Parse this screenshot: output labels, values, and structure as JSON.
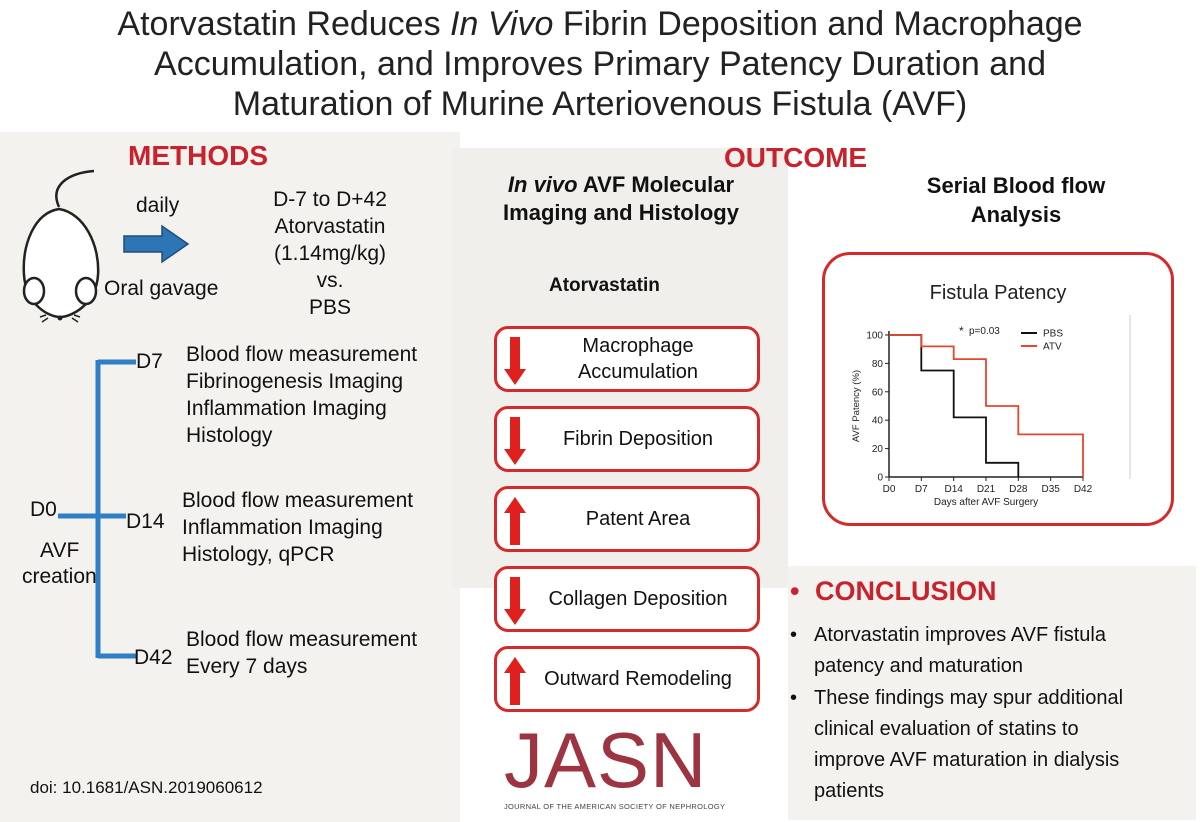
{
  "title": {
    "line1_pre": "Atorvastatin Reduces ",
    "line1_em": "In Vivo",
    "line1_post": " Fibrin Deposition and Macrophage",
    "line2": "Accumulation, and Improves Primary Patency Duration and",
    "line3": "Maturation of Murine Arteriovenous Fistula (AVF)"
  },
  "methods": {
    "heading": "METHODS",
    "daily": "daily",
    "oral": "Oral gavage",
    "dose": [
      "D-7 to D+42",
      "Atorvastatin",
      "(1.14mg/kg)",
      "vs.",
      "PBS"
    ],
    "start": {
      "day": "D0",
      "label1": "AVF",
      "label2": "creation"
    },
    "timepoints": [
      {
        "day": "D7",
        "lines": [
          "Blood flow measurement",
          "Fibrinogenesis Imaging",
          "Inflammation Imaging",
          "Histology"
        ]
      },
      {
        "day": "D14",
        "lines": [
          "Blood flow measurement",
          "Inflammation Imaging",
          "Histology, qPCR"
        ]
      },
      {
        "day": "D42",
        "lines": [
          "Blood flow measurement",
          "Every 7 days"
        ]
      }
    ],
    "doi": "doi: 10.1681/ASN.2019060612"
  },
  "outcome": {
    "heading": "OUTCOME",
    "imaging_heading_em": "In vivo",
    "imaging_heading_rest": " AVF Molecular",
    "imaging_heading_line2": "Imaging and Histology",
    "drug": "Atorvastatin",
    "effects": [
      {
        "label": "Macrophage Accumulation",
        "direction": "down"
      },
      {
        "label": "Fibrin Deposition",
        "direction": "down"
      },
      {
        "label": "Patent Area",
        "direction": "up"
      },
      {
        "label": "Collagen Deposition",
        "direction": "down"
      },
      {
        "label": "Outward Remodeling",
        "direction": "up"
      }
    ],
    "bloodflow_heading1": "Serial Blood flow",
    "bloodflow_heading2": "Analysis"
  },
  "chart_data": {
    "type": "line",
    "title": "Fistula Patency",
    "xlabel": "Days after AVF Surgery",
    "ylabel": "AVF Patency (%)",
    "x_ticks": [
      "D0",
      "D7",
      "D14",
      "D21",
      "D28",
      "D35",
      "D42"
    ],
    "y_ticks": [
      "0",
      "20",
      "40",
      "60",
      "80",
      "100"
    ],
    "xlim": [
      0,
      42
    ],
    "ylim": [
      0,
      100
    ],
    "annotation": "p=0.03",
    "annotation_marker": "*",
    "step": true,
    "series": [
      {
        "name": "PBS",
        "color": "#111111",
        "points": [
          [
            0,
            100
          ],
          [
            7,
            100
          ],
          [
            7,
            75
          ],
          [
            14,
            75
          ],
          [
            14,
            42
          ],
          [
            21,
            42
          ],
          [
            21,
            10
          ],
          [
            28,
            10
          ],
          [
            28,
            0
          ]
        ]
      },
      {
        "name": "ATV",
        "color": "#e8452c",
        "points": [
          [
            0,
            100
          ],
          [
            7,
            100
          ],
          [
            7,
            92
          ],
          [
            14,
            92
          ],
          [
            14,
            83
          ],
          [
            21,
            83
          ],
          [
            21,
            50
          ],
          [
            28,
            50
          ],
          [
            28,
            30
          ],
          [
            35,
            30
          ],
          [
            42,
            30
          ],
          [
            42,
            0
          ]
        ]
      }
    ],
    "legend": "top-right"
  },
  "conclusion": {
    "heading": "CONCLUSION",
    "bullet_char": "•",
    "bullets": [
      [
        "Atorvastatin improves AVF fistula",
        "patency and maturation"
      ],
      [
        "These findings may spur additional",
        "clinical evaluation of statins to",
        "improve AVF maturation in dialysis",
        "patients"
      ]
    ]
  },
  "journal": {
    "logo": "JASN",
    "subtitle": "JOURNAL OF THE AMERICAN SOCIETY OF NEPHROLOGY"
  },
  "colors": {
    "accent_red": "#c8232c",
    "arrow_blue": "#2e75b6",
    "timeline_blue": "#2e7fc6",
    "logo_color": "#9c3541"
  }
}
